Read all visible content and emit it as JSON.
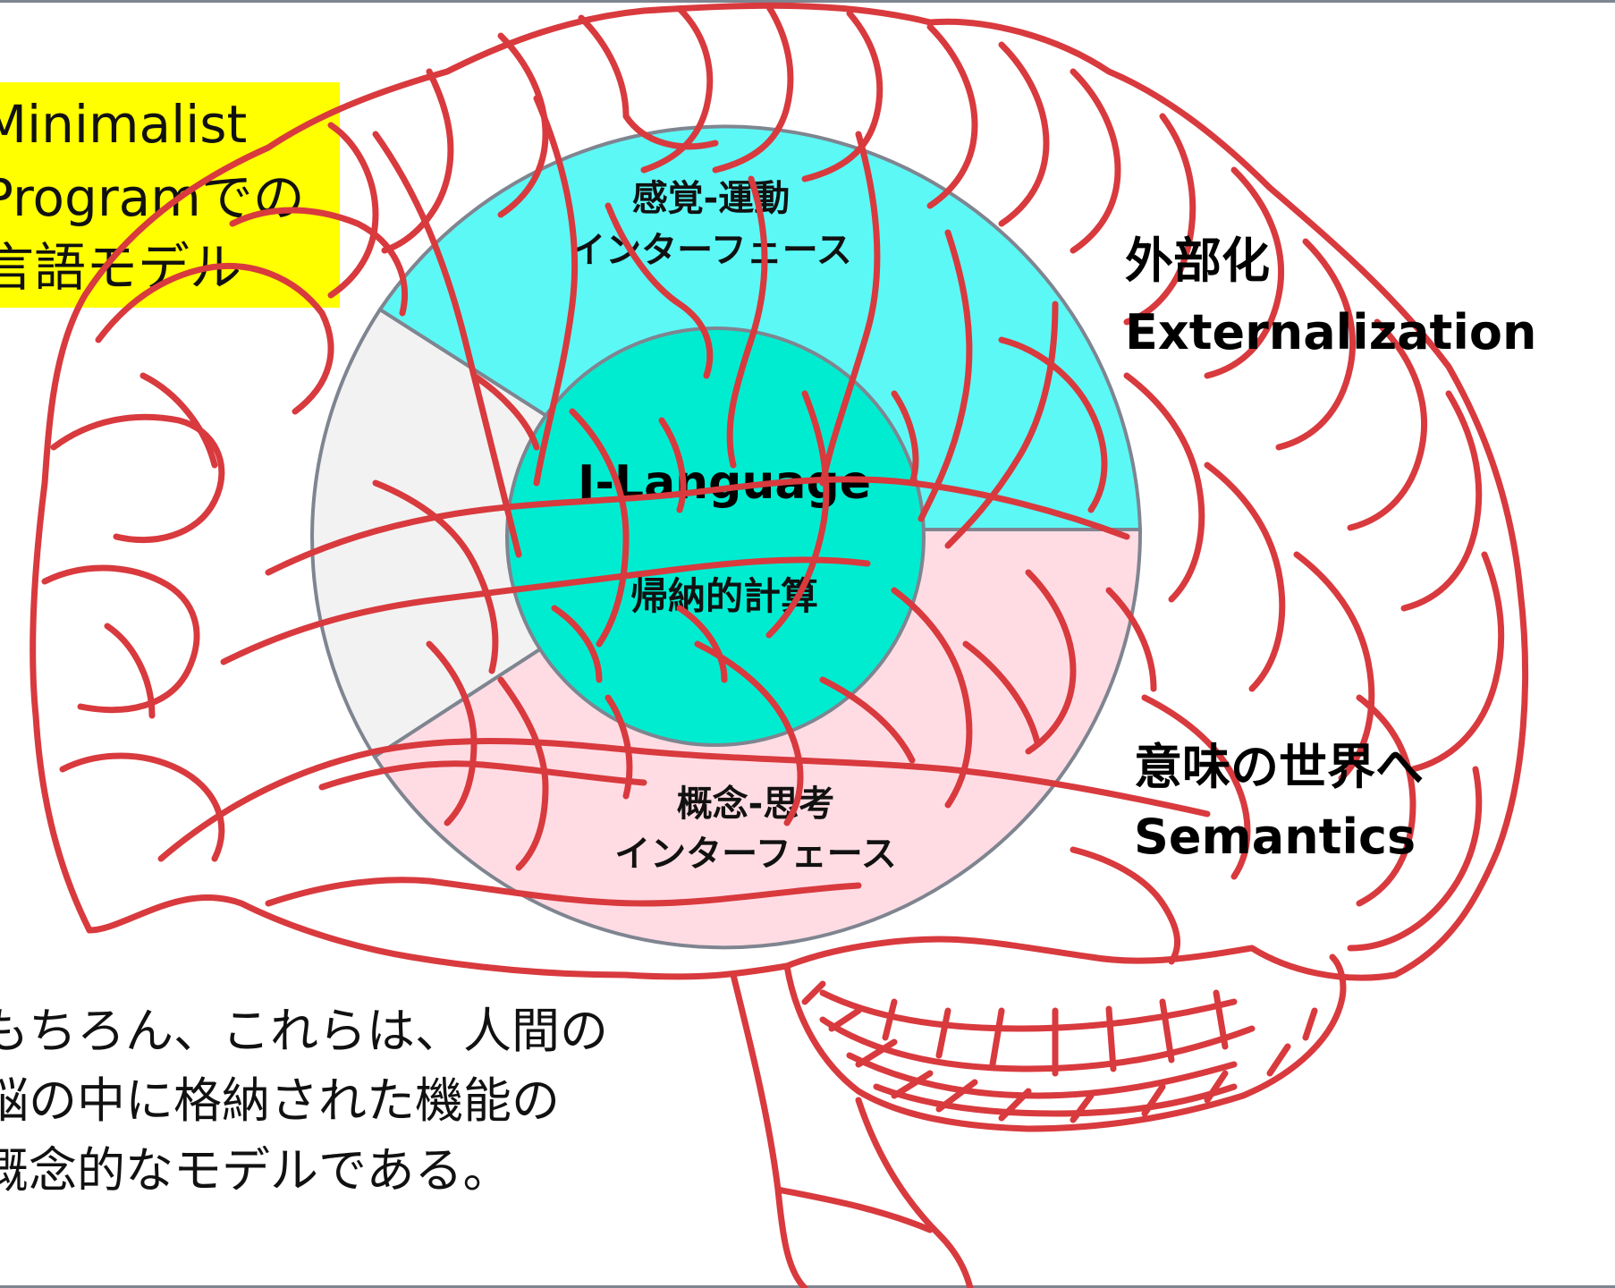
{
  "title_box": {
    "lines": [
      "Minimalist",
      "Programでの",
      "言語モデル"
    ],
    "background": "#ffff00"
  },
  "diagram": {
    "core_label": "I-Language",
    "core_sublabel": "帰納的計算",
    "upper_label_line1": "感覚-運動",
    "upper_label_line2": "インターフェース",
    "lower_label_line1": "概念-思考",
    "lower_label_line2": "インターフェース",
    "colors": {
      "core": "#00ecd0",
      "upper_sector": "#5cf8f6",
      "lower_sector": "#ffdce4",
      "left_sector": "#f2f2f2",
      "outline": "#7f8590",
      "brain_stroke": "#d83a3e"
    }
  },
  "right_labels": {
    "externalization_jp": "外部化",
    "externalization_en": "Externalization",
    "semantics_jp": "意味の世界へ",
    "semantics_en": "Semantics"
  },
  "note": {
    "lines": [
      "もちろん、これらは、人間の",
      "脳の中に格納された機能の",
      "概念的なモデルである。"
    ]
  }
}
